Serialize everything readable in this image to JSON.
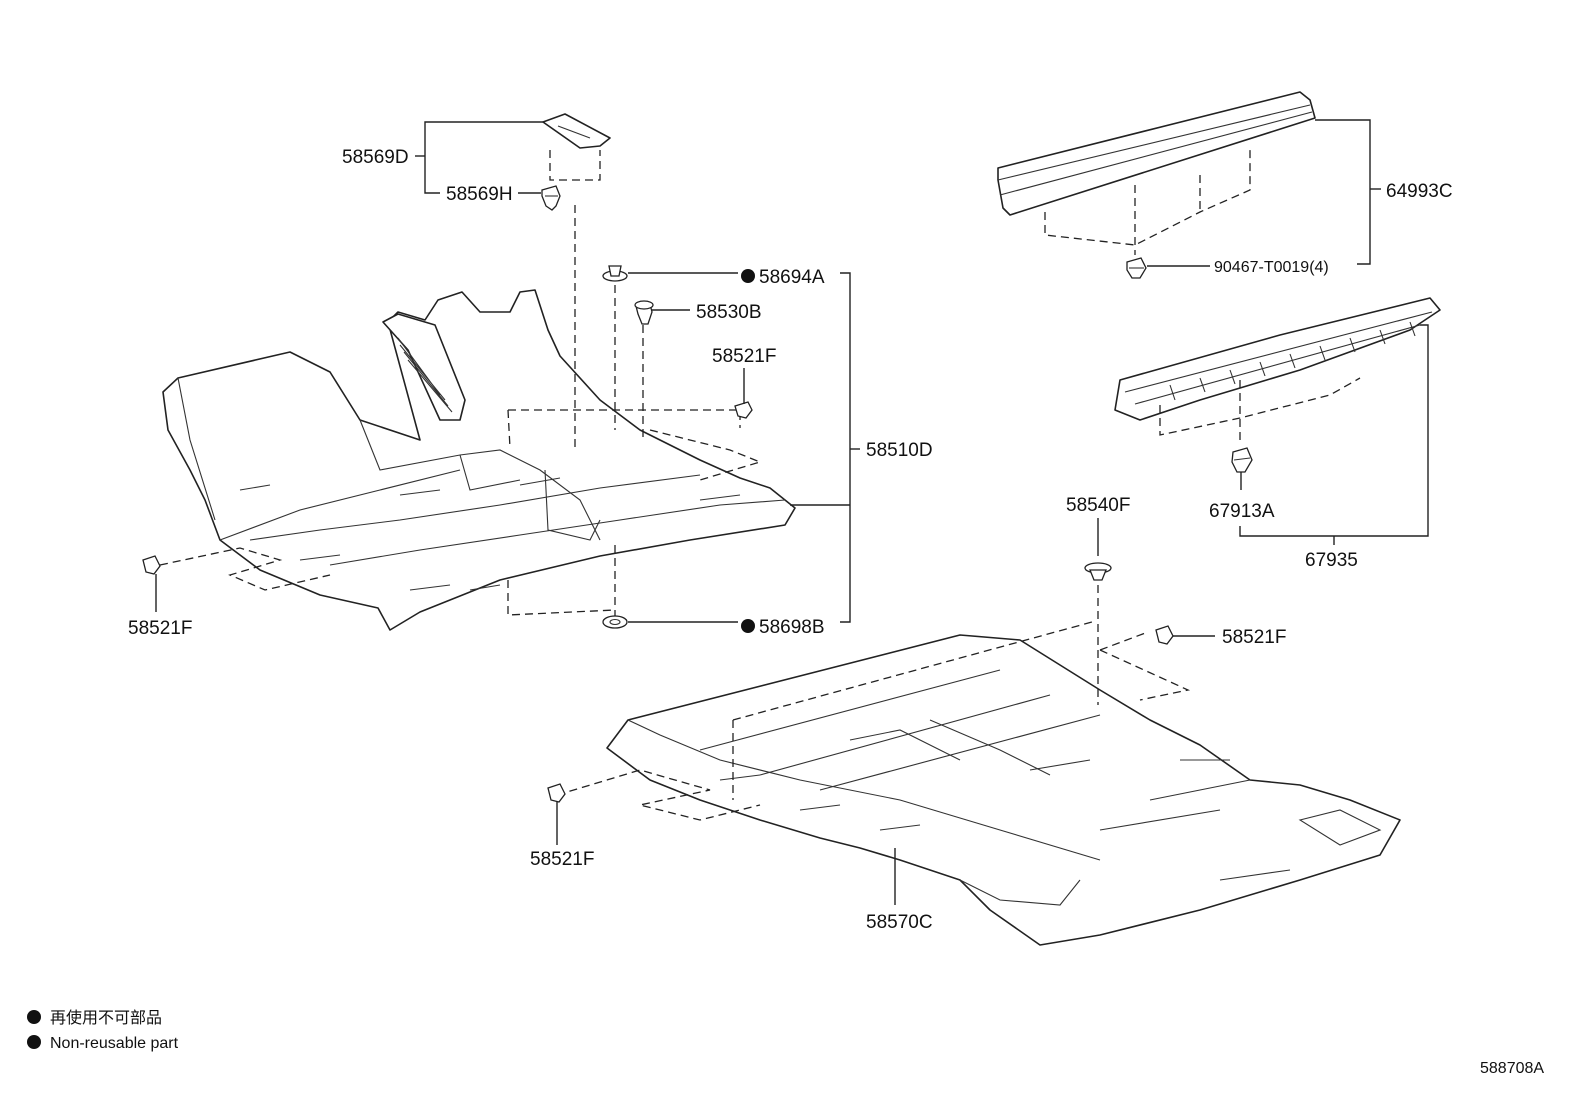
{
  "diagram": {
    "labels": {
      "p58569D": "58569D",
      "p58569H": "58569H",
      "p58694A": "58694A",
      "p58530B": "58530B",
      "p58521F_a": "58521F",
      "p58510D": "58510D",
      "p58521F_b": "58521F",
      "p58698B": "58698B",
      "p64993C": "64993C",
      "p90467": "90467-T0019(4)",
      "p67913A": "67913A",
      "p67935": "67935",
      "p58540F": "58540F",
      "p58521F_c": "58521F",
      "p58521F_d": "58521F",
      "p58570C": "58570C"
    },
    "legend": {
      "line_cn": "再使用不可部品",
      "line_en": "Non-reusable part"
    },
    "figure_id": "588708A"
  }
}
